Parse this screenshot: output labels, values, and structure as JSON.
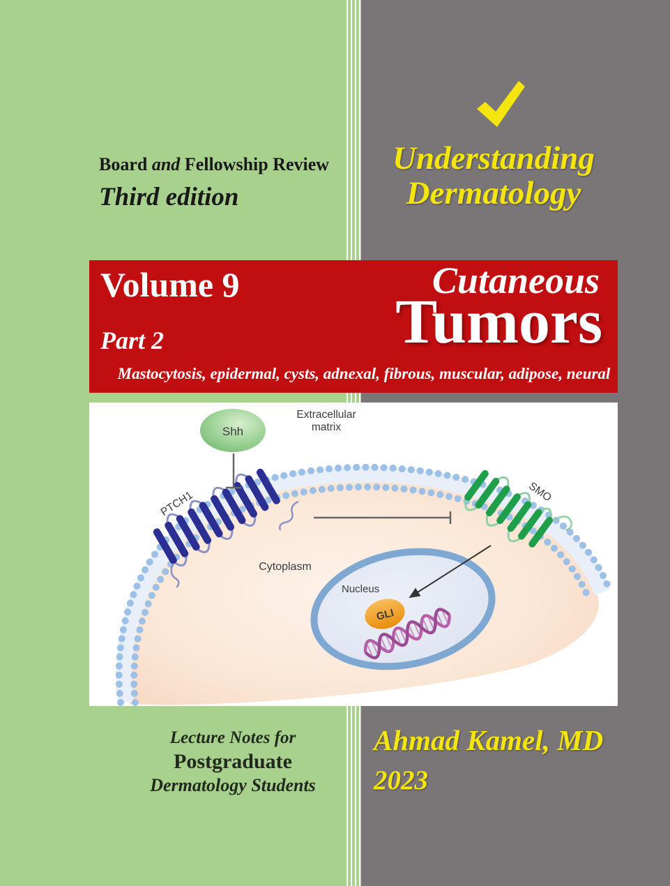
{
  "cover": {
    "review": {
      "part1": "Board ",
      "part2": "and",
      "part3": " Fellowship Review"
    },
    "edition": "Third edition",
    "series_line1": "Understanding",
    "series_line2": "Dermatology"
  },
  "banner": {
    "volume": "Volume 9",
    "part": "Part 2",
    "title_line1": "Cutaneous",
    "title_line2": "Tumors",
    "subtitle": "Mastocytosis, epidermal, cysts, adnexal, fibrous, muscular, adipose, neural"
  },
  "diagram": {
    "labels": {
      "shh": "Shh",
      "extracellular_line1": "Extracellular",
      "extracellular_line2": "matrix",
      "ptch1": "PTCH1",
      "smo": "SMO",
      "cytoplasm": "Cytoplasm",
      "nucleus": "Nucleus",
      "gli": "GLI"
    }
  },
  "footer": {
    "left_line1": "Lecture Notes for",
    "left_line2": "Postgraduate",
    "left_line3": "Dermatology Students",
    "author": "Ahmad Kamel, MD",
    "year": "2023"
  },
  "colors": {
    "panel_green": "#a9d18e",
    "panel_gray": "#7a7577",
    "banner_red": "#c10e11",
    "accent_yellow": "#f3e50d",
    "ptch1_navy": "#2b2e92",
    "smo_green": "#1f9e4b",
    "gli_orange": "#f0a032",
    "membrane_blue": "#9dc1e6"
  }
}
